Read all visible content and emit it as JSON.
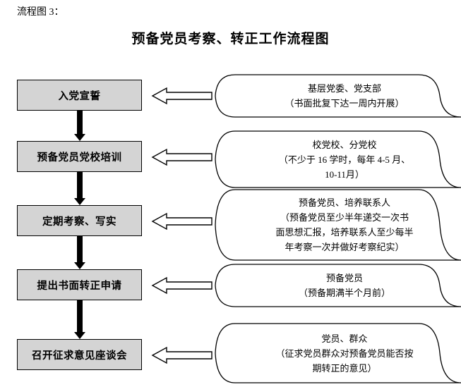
{
  "caption": "流程图 3：",
  "title": "预备党员考察、转正工作流程图",
  "colors": {
    "box_fill": "#d4d4d4",
    "box_border": "#000000",
    "arrow": "#000000",
    "balloon_border": "#000000"
  },
  "steps": [
    {
      "label": "入党宣誓",
      "note_lines": [
        "基层党委、党支部",
        "（书面批复下达一周内开展）"
      ]
    },
    {
      "label": "预备党员党校培训",
      "note_lines": [
        "校党校、分党校",
        "（不少于 16 学时，每年 4-5 月、",
        "10-11月）"
      ]
    },
    {
      "label": "定期考察、写实",
      "note_lines": [
        "预备党员、培养联系人",
        "（预备党员至少半年递交一次书",
        "面思想汇报，培养联系人至少每半",
        "年考察一次并做好考察纪实）"
      ]
    },
    {
      "label": "提出书面转正申请",
      "note_lines": [
        "预备党员",
        "（预备期满半个月前）"
      ]
    },
    {
      "label": "召开征求意见座谈会",
      "note_lines": [
        "党员、群众",
        "（征求党员群众对预备党员能否按",
        "期转正的意见）"
      ]
    }
  ]
}
